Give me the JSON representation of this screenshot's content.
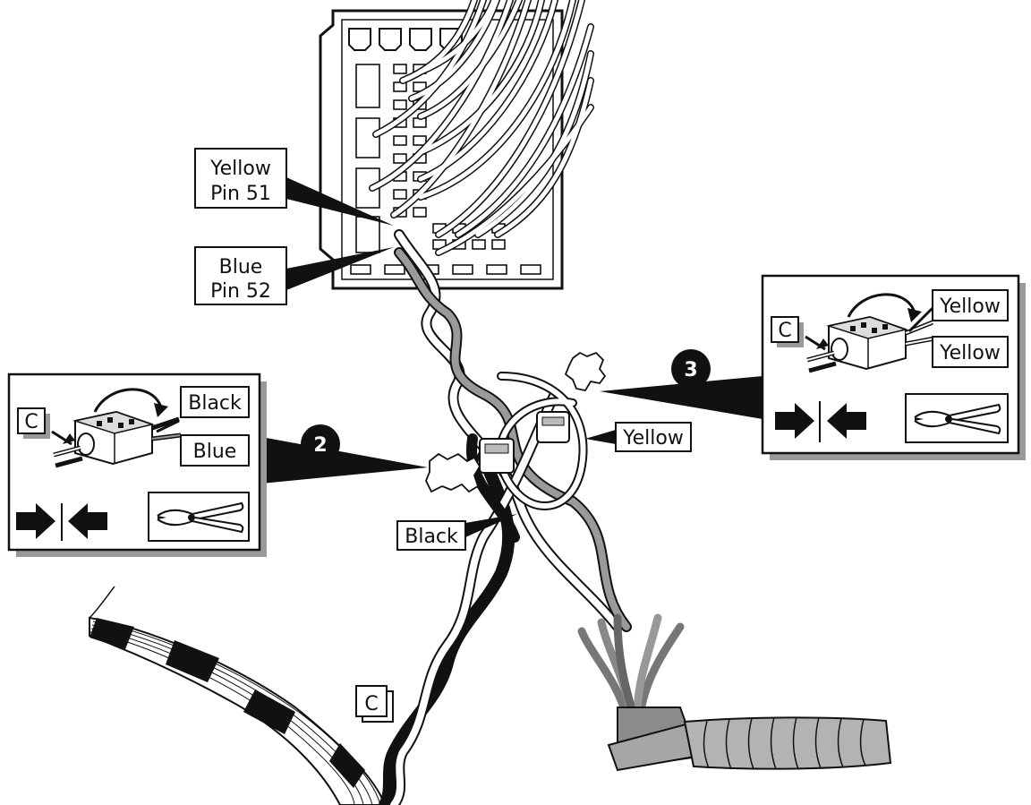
{
  "labels": {
    "yellow_pin_line1": "Yellow",
    "yellow_pin_line2": "Pin 51",
    "blue_pin_line1": "Blue",
    "blue_pin_line2": "Pin 52",
    "yellow_wire": "Yellow",
    "black_wire": "Black",
    "cable_c": "C"
  },
  "callout_2": {
    "number": "2",
    "connector_tag": "C",
    "wire_top": "Black",
    "wire_bottom": "Blue"
  },
  "callout_3": {
    "number": "3",
    "connector_tag": "C",
    "wire_top": "Yellow",
    "wire_bottom": "Yellow"
  },
  "icons": [
    "push-together-icon",
    "pliers-icon",
    "rotate-arrow-icon"
  ],
  "colors": {
    "ink": "#111111",
    "gray_wire": "#9a9a9a",
    "shadow": "#9a9a9a"
  }
}
